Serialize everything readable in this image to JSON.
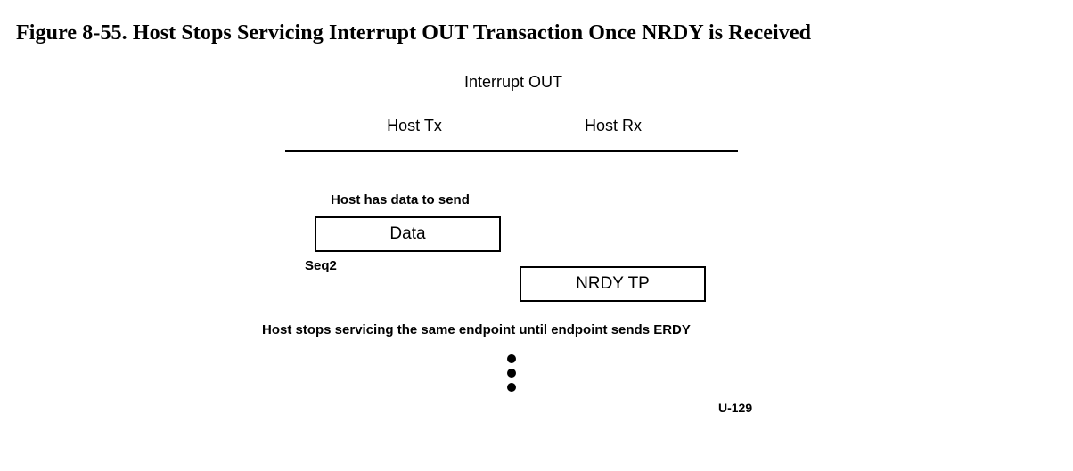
{
  "figure": {
    "caption": "Figure 8-55.  Host Stops Servicing Interrupt OUT Transaction Once NRDY is Received",
    "page_reference": "U-129"
  },
  "diagram": {
    "title": "Interrupt OUT",
    "columns": [
      {
        "id": "host-tx",
        "label": "Host Tx"
      },
      {
        "id": "host-rx",
        "label": "Host Rx"
      }
    ],
    "annotations": {
      "host_has_data": "Host has data to send",
      "seq": "Seq2",
      "host_stops": "Host stops servicing the same endpoint until endpoint sends ERDY"
    },
    "packets": [
      {
        "id": "data-packet",
        "label": "Data",
        "lane": "host-tx"
      },
      {
        "id": "nrdy-tp-packet",
        "label": "NRDY TP",
        "lane": "host-rx"
      }
    ],
    "continuation": {
      "icon": "vertical-ellipsis-icon",
      "dots": 3
    },
    "colors": {
      "ink": "#000000",
      "background": "#ffffff"
    }
  }
}
